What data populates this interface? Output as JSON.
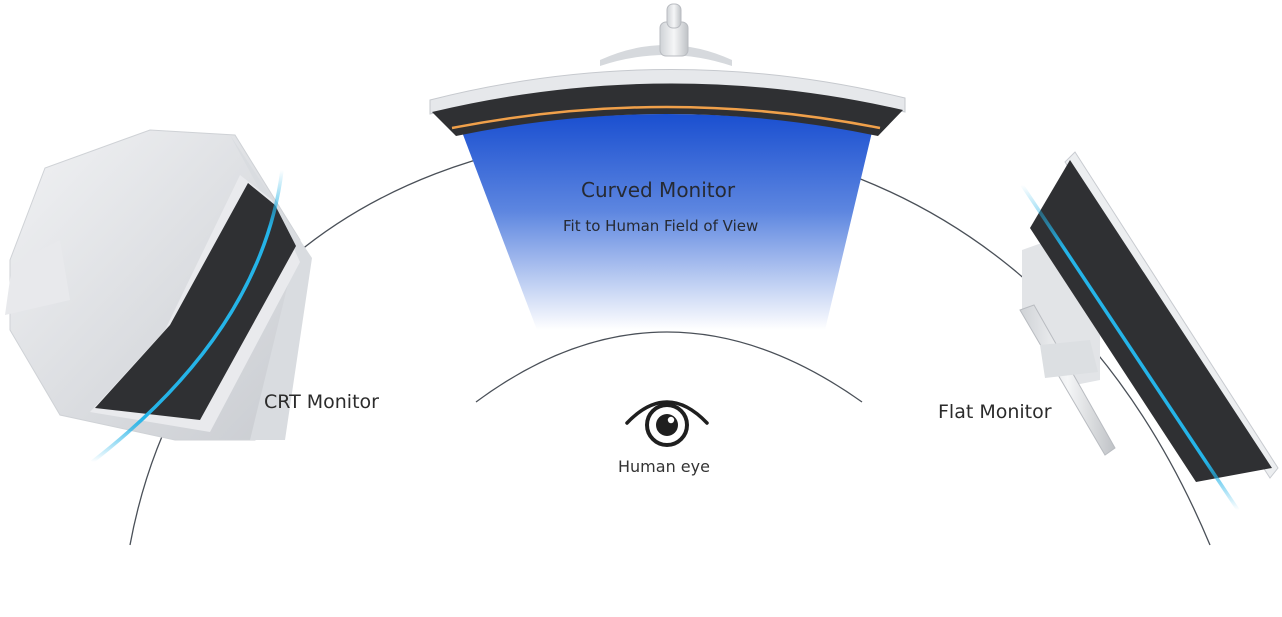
{
  "diagram": {
    "curved_monitor": {
      "title": "Curved Monitor",
      "subtitle": "Fit to Human Field of View"
    },
    "crt_monitor": {
      "label": "CRT Monitor"
    },
    "flat_monitor": {
      "label": "Flat Monitor"
    },
    "human_eye": {
      "label": "Human eye",
      "icon": "eye-icon"
    }
  },
  "colors": {
    "field_of_view_top": "#1a4fd0",
    "field_of_view_bottom": "#ffffff",
    "curve_highlight": "#f0a04a",
    "screen_edge_highlight": "#25b4e8",
    "screen_panel": "#2f3033",
    "monitor_body": "#dfe2e6",
    "arc_line": "#4a5058"
  }
}
